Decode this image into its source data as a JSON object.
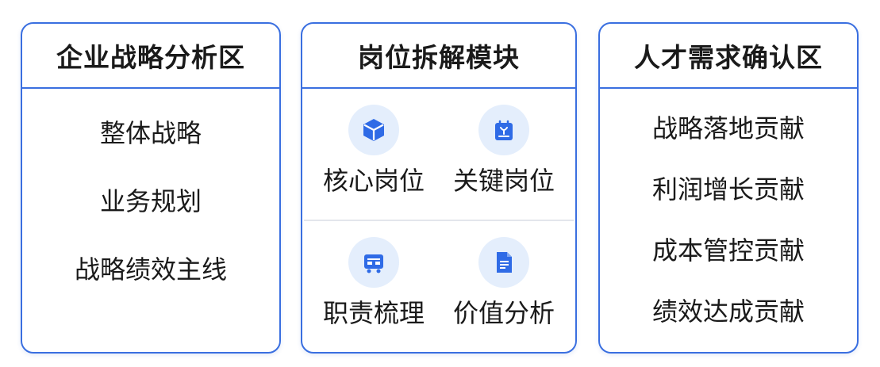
{
  "panels": {
    "strategy": {
      "title": "企业战略分析区",
      "items": [
        "整体战略",
        "业务规划",
        "战略绩效主线"
      ]
    },
    "position": {
      "title": "岗位拆解模块",
      "items": [
        {
          "label": "核心岗位",
          "icon": "cube-icon"
        },
        {
          "label": "关键岗位",
          "icon": "bag-icon"
        },
        {
          "label": "职责梳理",
          "icon": "cart-icon"
        },
        {
          "label": "价值分析",
          "icon": "document-icon"
        }
      ]
    },
    "talent": {
      "title": "人才需求确认区",
      "items": [
        "战略落地贡献",
        "利润增长贡献",
        "成本管控贡献",
        "绩效达成贡献"
      ]
    }
  },
  "colors": {
    "accent": "#3a6fe0",
    "icon_bg": "#e4eefc",
    "icon_fg": "#2f6be6"
  }
}
